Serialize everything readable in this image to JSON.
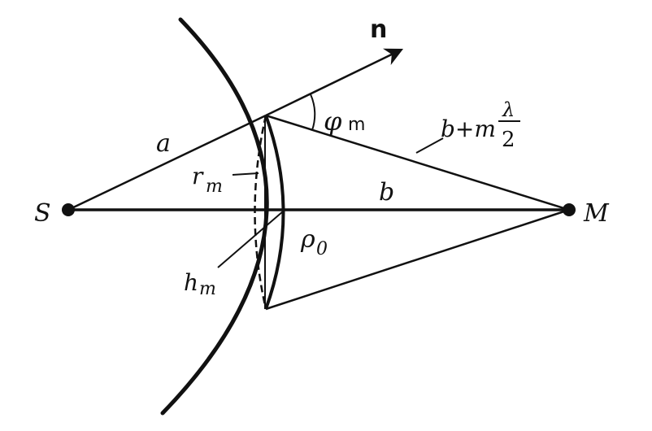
{
  "labels": {
    "source": "S",
    "observer": "M",
    "normal": "n",
    "angle_phi": "φ",
    "angle_phi_sub": "m",
    "dist_a": "a",
    "dist_b": "b",
    "path_b": "b+m",
    "lambda": "λ",
    "two": "2",
    "radius_r": "r",
    "radius_r_sub": "m",
    "height_h": "h",
    "height_h_sub": "m",
    "rho": "ρ",
    "rho_sub": "0"
  },
  "colors": {
    "ink": "#111111",
    "background": "#ffffff"
  }
}
